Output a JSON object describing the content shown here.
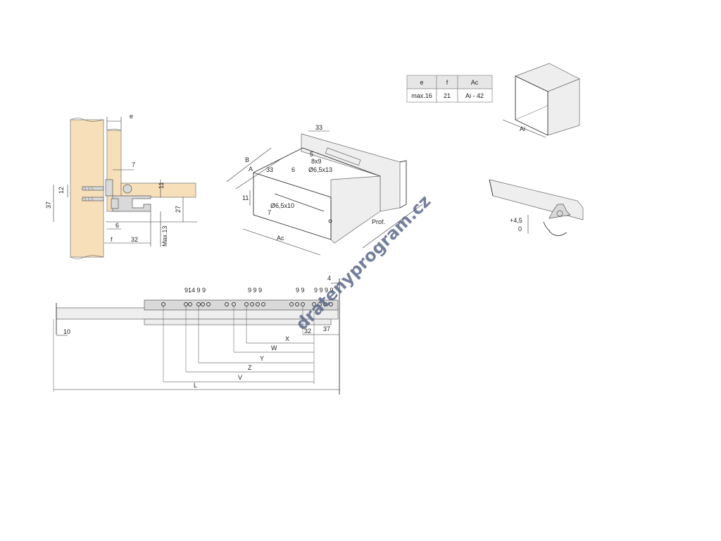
{
  "table": {
    "headers": [
      "e",
      "f",
      "Ac"
    ],
    "values": [
      "max.16",
      "21",
      "Ai - 42"
    ]
  },
  "labels": {
    "e": "e",
    "seven": "7",
    "eleven": "11",
    "twelve": "12",
    "thirtyseven": "37",
    "twentyseven": "27",
    "six": "6",
    "f": "f",
    "thirtytwo": "32",
    "max13": "Max.13",
    "d33": "33",
    "d5": "5",
    "hole_8x9": "8x9",
    "hole_65x13": "Ø6,5x13",
    "B": "B",
    "A": "A",
    "d33b": "33",
    "d6b": "6",
    "d11b": "11",
    "hole_65x10": "Ø6,5x10",
    "d7b": "7",
    "Ac": "Ac",
    "prof": "Prof.",
    "Ai": "Ai",
    "adj_plus": "+4,5",
    "adj_zero": "0",
    "hole_nums_1": "914 9 9",
    "hole_nums_2": "9 9 9",
    "hole_nums_3": "9 9",
    "hole_nums_4": "9 9 9 9",
    "d4": "4",
    "d10": "10",
    "d32": "32",
    "d37": "37",
    "X": "X",
    "W": "W",
    "Y": "Y",
    "Z": "Z",
    "V": "V",
    "L": "L"
  },
  "watermark": "dratenyprogram.cz",
  "colors": {
    "wood": "#f7dfb9",
    "metal": "#d9d9d9",
    "line": "#333333",
    "watermark": "#5c6a8a"
  }
}
